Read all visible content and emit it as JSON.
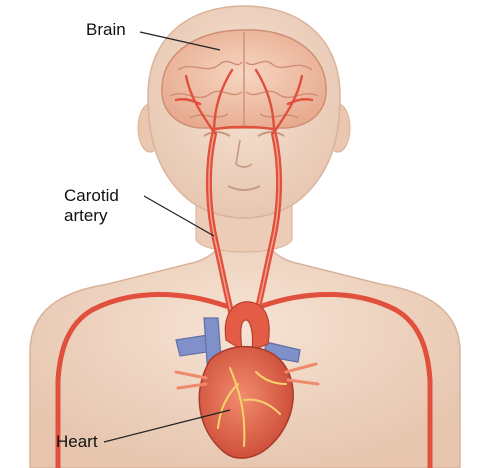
{
  "labels": {
    "brain": "Brain",
    "carotid_artery": "Carotid\nartery",
    "heart": "Heart"
  },
  "colors": {
    "skin": "#f1d7c4",
    "skin_shadow": "#e2bea6",
    "brain": "#f0c3a8",
    "artery": "#e0503c",
    "vein": "#7f8fc6",
    "heart": "#e86a52",
    "background": "#ffffff"
  }
}
